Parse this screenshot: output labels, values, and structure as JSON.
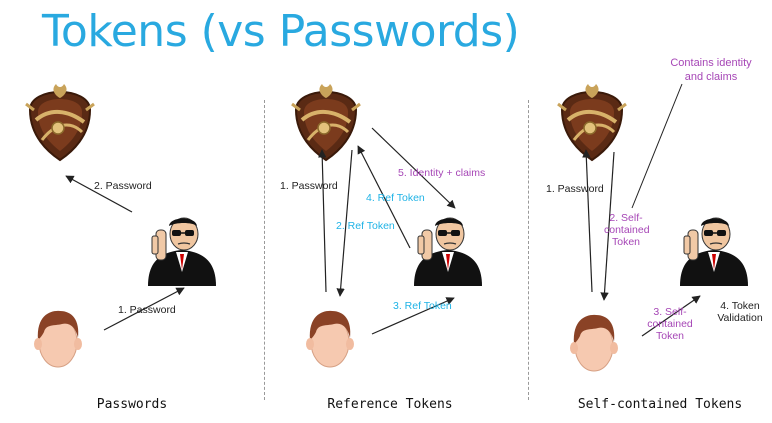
{
  "title": "Tokens (vs Passwords)",
  "panels": [
    {
      "caption": "Passwords",
      "labels": {
        "step1": "1. Password",
        "step2": "2. Password"
      }
    },
    {
      "caption": "Reference Tokens",
      "labels": {
        "step1": "1. Password",
        "step2": "2. Ref Token",
        "step3": "3. Ref Token",
        "step4": "4. Ref Token",
        "step5": "5. Identity + claims"
      }
    },
    {
      "caption": "Self-contained Tokens",
      "labels": {
        "step1": "1. Password",
        "step2_a": "2. Self-",
        "step2_b": "contained",
        "step2_c": "Token",
        "step3_a": "3. Self-",
        "step3_b": "contained",
        "step3_c": "Token",
        "step4_a": "4. Token",
        "step4_b": "Validation",
        "note_a": "Contains identity",
        "note_b": "and claims"
      }
    }
  ],
  "colors": {
    "title": "#29a9e0",
    "cyan": "#1fb3e6",
    "purple": "#a646b6"
  },
  "icons": {
    "server": "shield-crest-icon",
    "guard": "security-guard-icon",
    "user": "user-face-icon"
  }
}
